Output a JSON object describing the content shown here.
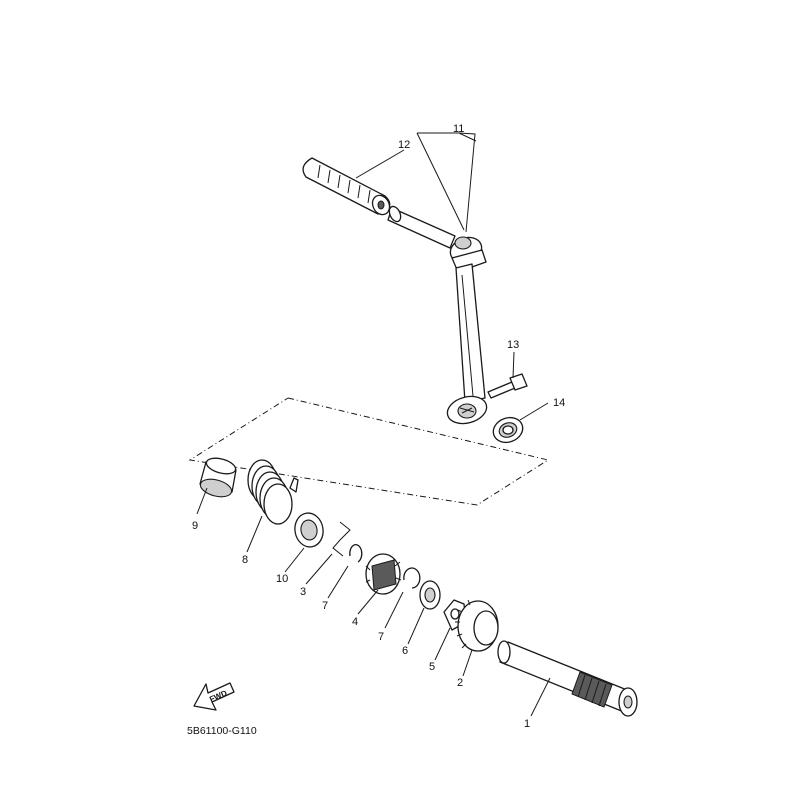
{
  "diagram_code": "5B61100-G110",
  "fwd_label": "FWD",
  "callouts": {
    "c1": "1",
    "c2": "2",
    "c3": "3",
    "c4": "4",
    "c5": "5",
    "c6": "6",
    "c7a": "7",
    "c7b": "7",
    "c8": "8",
    "c9": "9",
    "c10": "10",
    "c11": "11",
    "c12": "12",
    "c13": "13",
    "c14": "14"
  }
}
